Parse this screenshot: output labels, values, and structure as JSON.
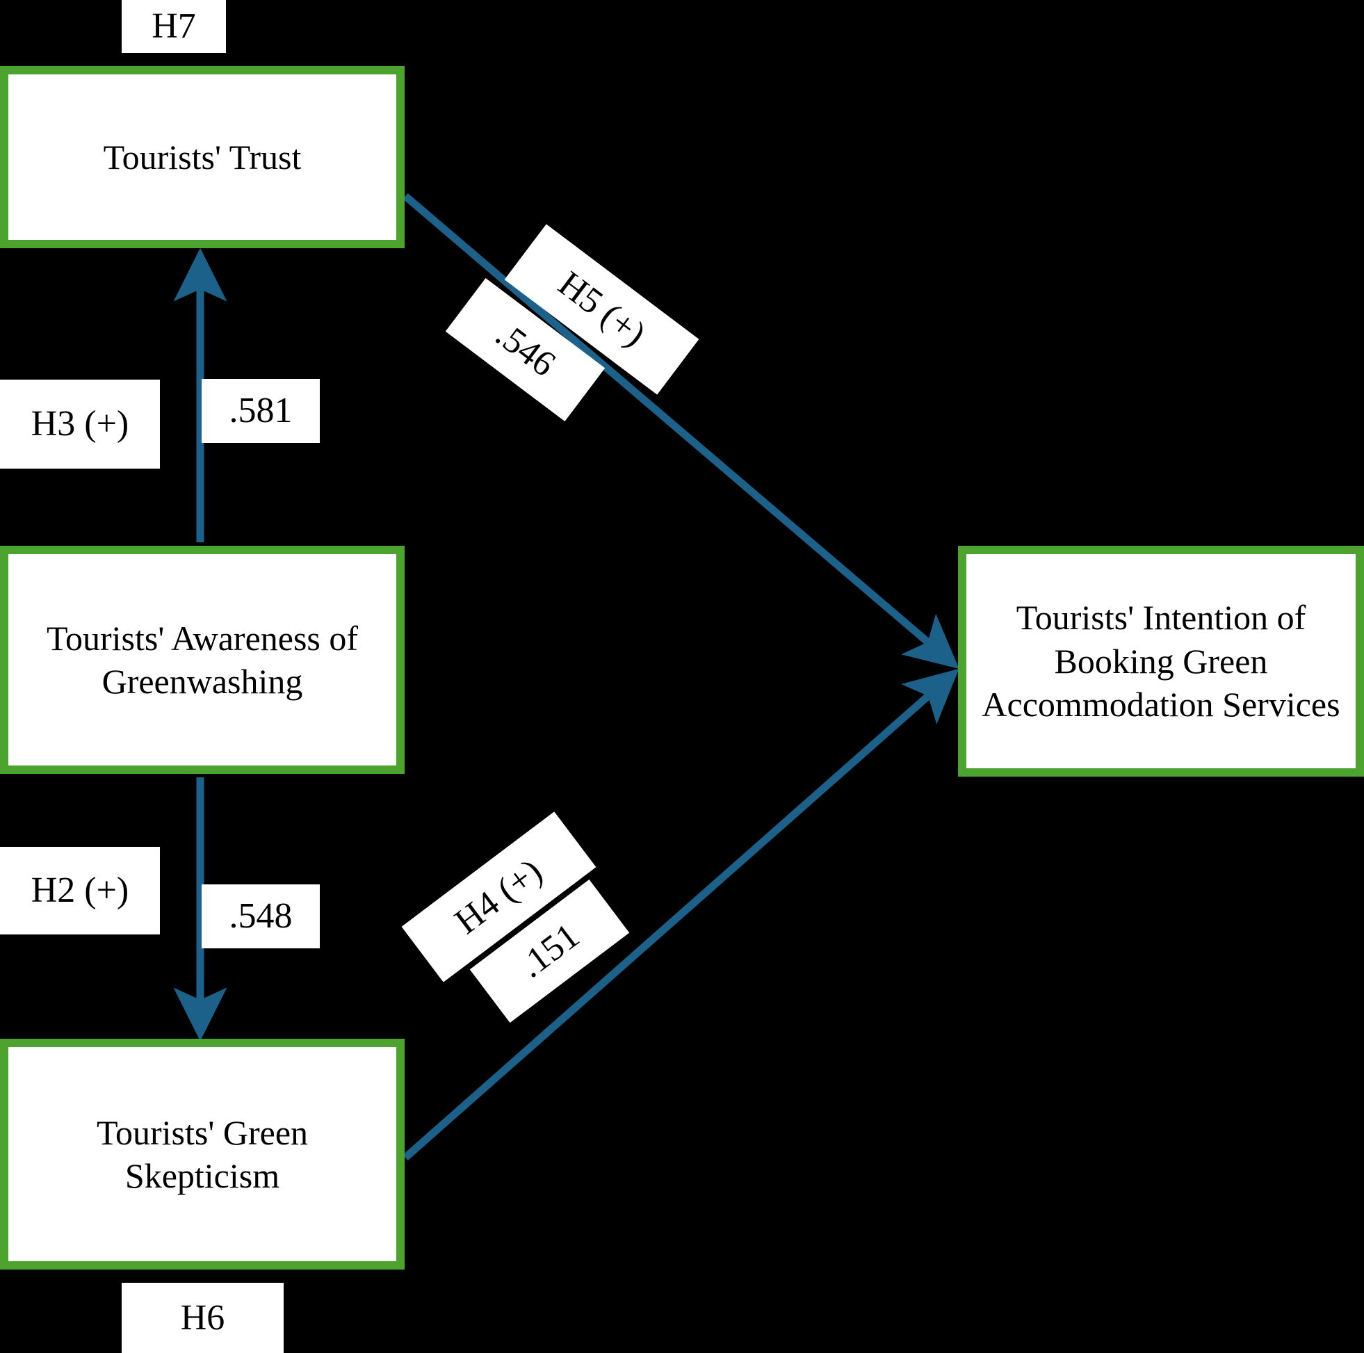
{
  "diagram": {
    "title": "Research model of tourists' intention of booking green accommodation services",
    "background_color": "#000000",
    "node_border_color": "#4CA32E",
    "node_fill_color": "#FFFFFF",
    "arrow_color": "#1B6189",
    "label_fill_color": "#FFFFFF",
    "nodes": [
      {
        "id": "trust",
        "label": "Tourists' Trust"
      },
      {
        "id": "awareness",
        "label": "Tourists' Awareness of Greenwashing"
      },
      {
        "id": "skepticism",
        "label": "Tourists' Green Skepticism"
      },
      {
        "id": "intention",
        "label": "Tourists' Intention of Booking Green Accommodation Services"
      }
    ],
    "hypothesis_tags": [
      {
        "id": "h7",
        "label": "H7"
      },
      {
        "id": "h3",
        "label": "H3 (+)"
      },
      {
        "id": "h2",
        "label": "H2 (+)"
      },
      {
        "id": "h6",
        "label": "H6"
      },
      {
        "id": "h5",
        "label": "H5 (+)"
      },
      {
        "id": "h4",
        "label": "H4 (+)"
      }
    ],
    "path_coefficients": [
      {
        "id": "c581",
        "value": ".581",
        "path": "awareness -> trust"
      },
      {
        "id": "c548",
        "value": ".548",
        "path": "awareness -> skepticism"
      },
      {
        "id": "c546",
        "value": ".546",
        "path": "trust -> intention"
      },
      {
        "id": "c151",
        "value": ".151",
        "path": "skepticism -> intention"
      }
    ]
  }
}
